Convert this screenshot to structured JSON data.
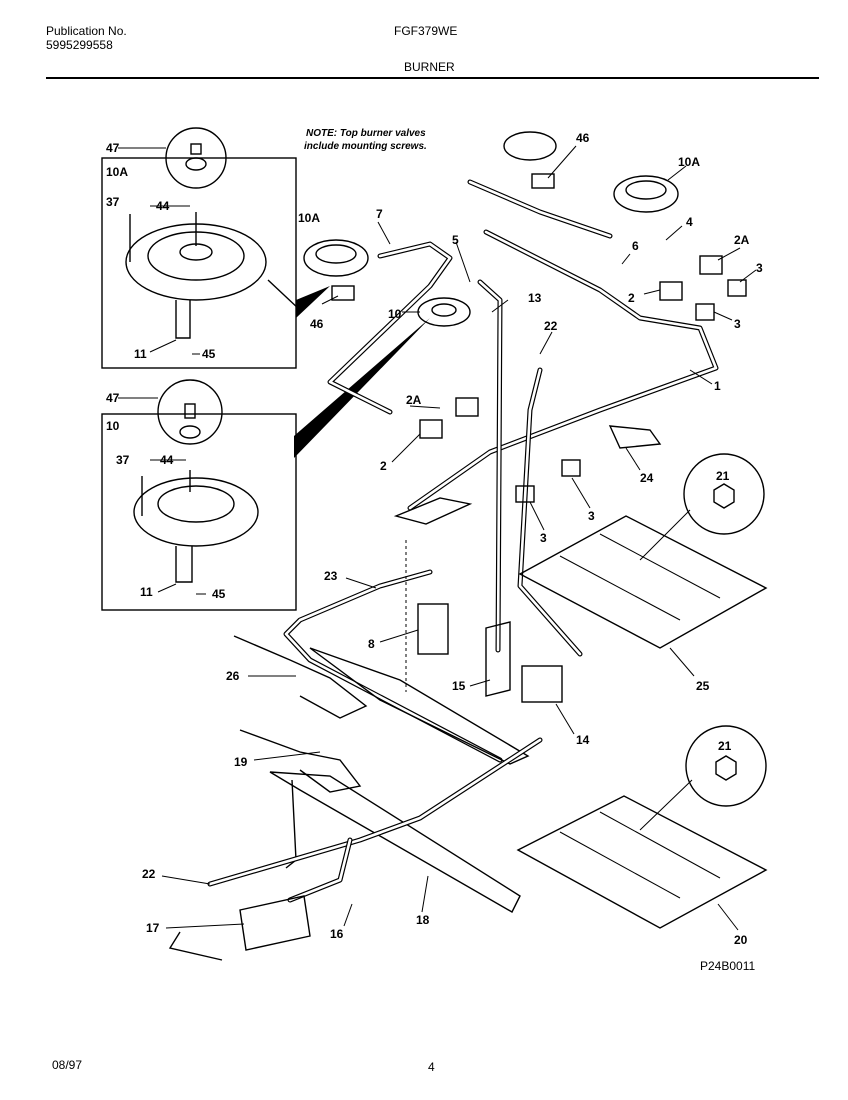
{
  "header": {
    "publication_label": "Publication No.",
    "publication_number": "5995299558",
    "model": "FGF379WE",
    "section": "BURNER"
  },
  "note": {
    "line1": "NOTE: Top burner valves",
    "line2": "include mounting screws."
  },
  "callouts": {
    "c47a": "47",
    "c10A_box": "10A",
    "c37a": "37",
    "c44a": "44",
    "c11a": "11",
    "c45a": "45",
    "c47b": "47",
    "c10_box": "10",
    "c37b": "37",
    "c44b": "44",
    "c11b": "11",
    "c45b": "45",
    "c10A_mid": "10A",
    "c7": "7",
    "c46_mid": "46",
    "c5": "5",
    "c10_mid": "10",
    "c13": "13",
    "c46_top": "46",
    "c10A_right": "10A",
    "c4": "4",
    "c2A_right": "2A",
    "c6": "6",
    "c3_r1": "3",
    "c2_right": "2",
    "c3_r2": "3",
    "c22_top": "22",
    "c1": "1",
    "c2A_left": "2A",
    "c2_left": "2",
    "c3_mid1": "3",
    "c3_mid2": "3",
    "c24": "24",
    "c21_top": "21",
    "c23": "23",
    "c8": "8",
    "c26": "26",
    "c15": "15",
    "c25": "25",
    "c14": "14",
    "c19": "19",
    "c21_bot": "21",
    "c22_bot": "22",
    "c17": "17",
    "c16": "16",
    "c18": "18",
    "c20": "20"
  },
  "figure_code": "P24B0011",
  "footer": {
    "date": "08/97",
    "page": "4"
  }
}
